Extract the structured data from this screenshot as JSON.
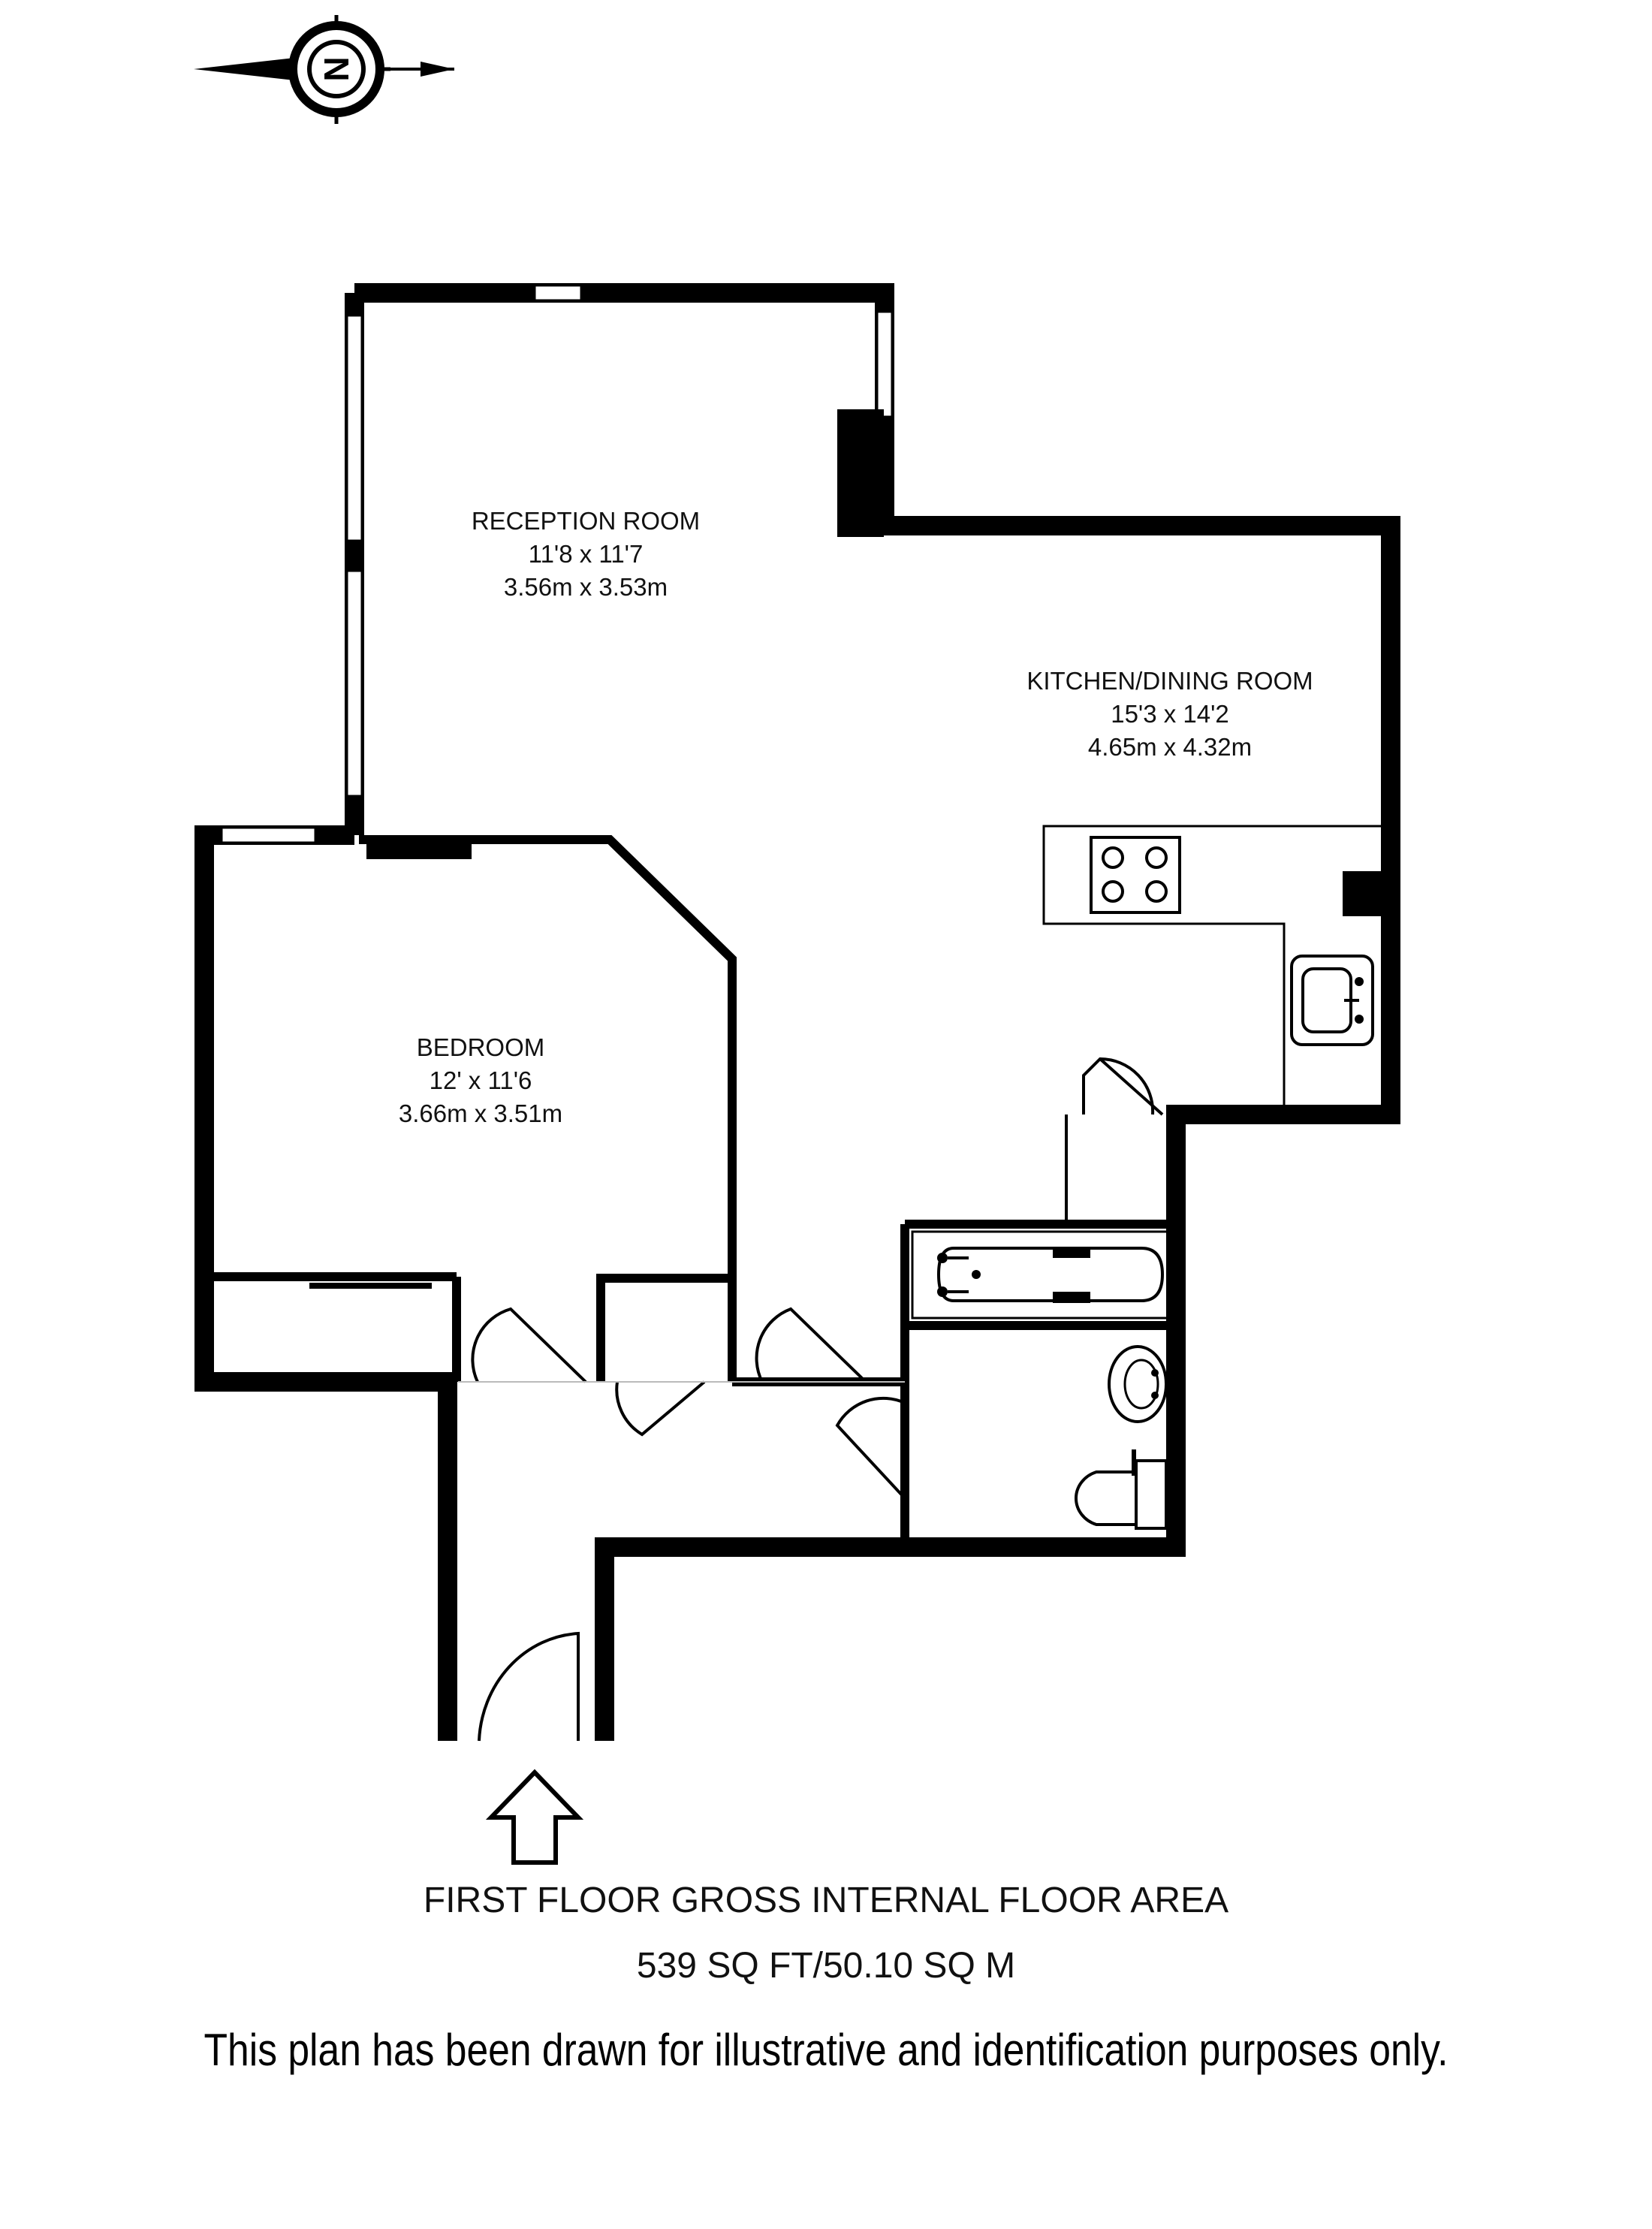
{
  "compass": {
    "letter": "N",
    "icon": "north-compass-icon"
  },
  "rooms": {
    "reception": {
      "name": "RECEPTION ROOM",
      "imperial": "11'8 x 11'7",
      "metric": "3.56m x 3.53m"
    },
    "kitchen": {
      "name": "KITCHEN/DINING ROOM",
      "imperial": "15'3 x 14'2",
      "metric": "4.65m x 4.32m"
    },
    "bedroom": {
      "name": "BEDROOM",
      "imperial": "12' x 11'6",
      "metric": "3.66m x 3.51m"
    }
  },
  "entrance": {
    "icon": "entrance-arrow-icon"
  },
  "area": {
    "title": "FIRST FLOOR GROSS INTERNAL FLOOR AREA",
    "value": "539 SQ FT/50.10 SQ M"
  },
  "disclaimer": "This plan has been drawn for illustrative and identification purposes only."
}
